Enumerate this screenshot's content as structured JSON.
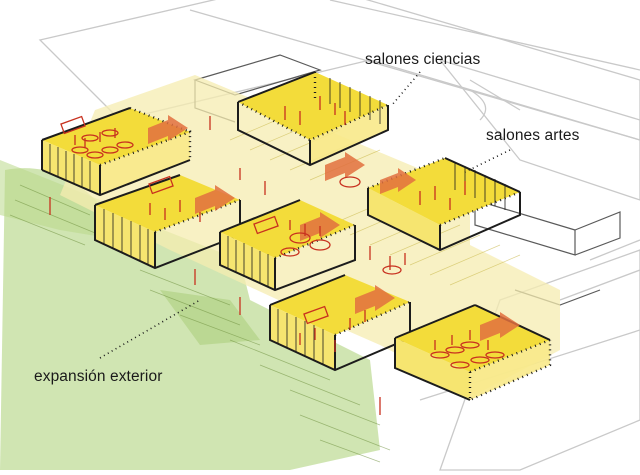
{
  "labels": {
    "salones_ciencias": "salones ciencias",
    "salones_artes": "salones artes",
    "expansion_exterior": "expansión exterior"
  },
  "colors": {
    "room_floor": "#f3dc3a",
    "deck": "#f5ecb0",
    "grass": "#a9cf72",
    "arrow": "#e2703f",
    "figures": "#c8311f",
    "outline": "#1c1c1c",
    "site_lines": "#c8c8c8"
  }
}
